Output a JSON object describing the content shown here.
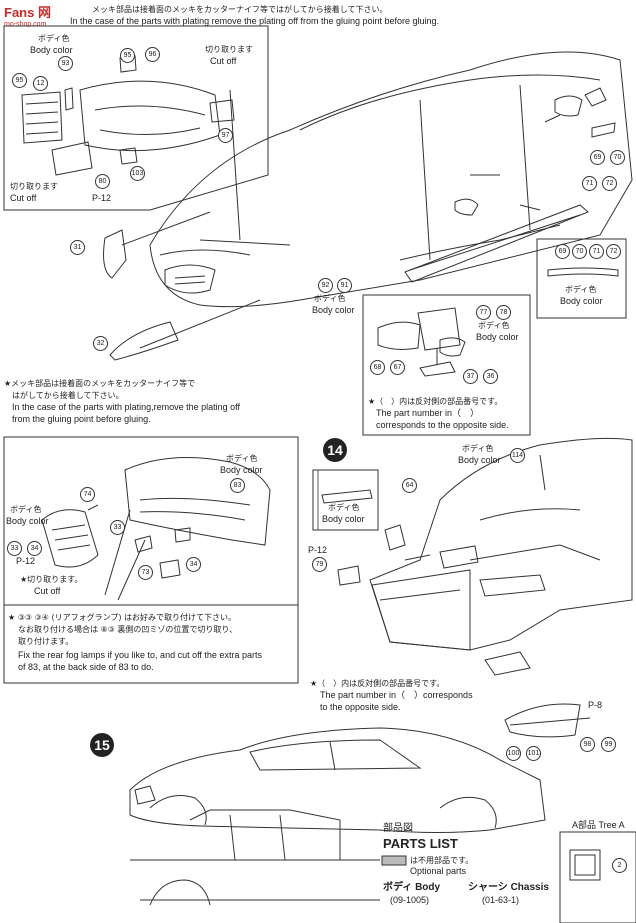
{
  "watermark": {
    "brand": "Fans 网",
    "sub": "mo-shop.com"
  },
  "top_note": {
    "jp": "メッキ部品は接着面のメッキをカッターナイフ等ではがしてから接着して下さい。",
    "en": "In the case of the parts with plating remove the plating off from the gluing point before gluing."
  },
  "inset1": {
    "body_color_jp": "ボディ色",
    "body_color_en": "Body color",
    "cutoff1_jp": "切り取ります",
    "cutoff1_en": "Cut off",
    "cutoff2_jp": "切り取ります",
    "cutoff2_en": "Cut off",
    "ref": "P-12"
  },
  "main_labels": {
    "body_color_jp": "ボディ色",
    "body_color_en": "Body color",
    "mirror_body_jp": "ボディ色",
    "mirror_body_en": "Body color",
    "side_body_jp": "ボディ色",
    "side_body_en": "Body color"
  },
  "note_mid": {
    "jp1": "★メッキ部品は接着面のメッキをカッターナイフ等で",
    "jp2": "はがしてから接着して下さい。",
    "en1": "In the case of the parts with plating,remove the plating off",
    "en2": "from the gluing point before gluing."
  },
  "opposite_note": {
    "jp": "★（　）内は反対側の部品番号です。",
    "en1": "The part number in（　）",
    "en2": "corresponds to the opposite side."
  },
  "inset2": {
    "body_color1_jp": "ボディ色",
    "body_color1_en": "Body color",
    "body_color2_jp": "ボディ色",
    "body_color2_en": "Body color",
    "cutoff_jp": "★切り取ります。",
    "cutoff_en": "Cut off",
    "ref": "P-12",
    "note_jp1": "★ ③③ ③④ (リアフォグランプ) はお好みで取り付けて下さい。",
    "note_jp2": "なお取り付ける場合は ⑧③ 裏側の凹ミゾの位置で切り取り、",
    "note_jp3": "取り付けます。",
    "note_en1": "Fix the rear fog lamps if you like to, and cut off the extra parts",
    "note_en2": "of 83, at the back side of 83 to do."
  },
  "step14": {
    "num": "14",
    "body_color1_jp": "ボディ色",
    "body_color1_en": "Body color",
    "body_color2_jp": "ボディ色",
    "body_color2_en": "Body color",
    "ref1": "P-12",
    "ref2": "P-8",
    "opp_jp": "★（　）内は反対側の部品番号です。",
    "opp_en1": "The part number in（　）corresponds",
    "opp_en2": "to the opposite side."
  },
  "step15": {
    "num": "15"
  },
  "parts_list": {
    "title_jp": "部品図",
    "title_en": "PARTS LIST",
    "opt_jp": "は不用部品です。",
    "opt_en": "Optional parts",
    "body_jp": "ボディ Body",
    "body_code": "(09-1005)",
    "chassis_jp": "シャーシ Chassis",
    "chassis_code": "(01-63-1)",
    "tree": "A部品 Tree A"
  },
  "parts": {
    "p95a": "95",
    "p93": "93",
    "p96": "96",
    "p95b": "95",
    "p12": "12",
    "p97": "97",
    "p80": "80",
    "p103": "103",
    "p31": "31",
    "p32": "32",
    "p92": "92",
    "p91": "91",
    "p69": "69",
    "p70": "70",
    "p71": "71",
    "p72": "72",
    "p77": "77",
    "p78": "78",
    "p68": "68",
    "p67": "67",
    "p37": "37",
    "p36": "36",
    "p74": "74",
    "p83": "83",
    "p33": "33",
    "p34": "34",
    "p33b": "33",
    "p34b": "34",
    "p73": "73",
    "p64": "64",
    "p114": "114",
    "p79": "79",
    "p98": "98",
    "p99": "99",
    "p100": "100",
    "p101": "101",
    "p2": "2"
  }
}
